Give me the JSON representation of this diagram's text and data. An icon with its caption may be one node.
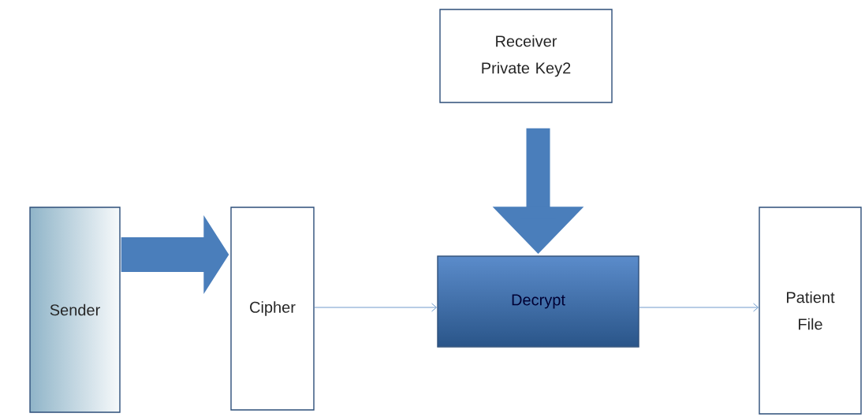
{
  "diagram": {
    "nodes": [
      {
        "text": [
          "Sender"
        ]
      },
      {
        "text": [
          "Cipher"
        ]
      },
      {
        "text": [
          "Decrypt"
        ]
      },
      {
        "text": [
          "Receiver Private Key2"
        ]
      },
      {
        "text": [
          "Patient File"
        ]
      }
    ],
    "edges": [
      {
        "from": 0,
        "to": 1,
        "arrow": "to",
        "style": "thick"
      },
      {
        "from": 1,
        "to": 2,
        "arrow": "to"
      },
      {
        "from": 3,
        "to": 2,
        "arrow": "to",
        "style": "thick"
      },
      {
        "from": 2,
        "to": 4,
        "arrow": "to"
      }
    ]
  }
}
